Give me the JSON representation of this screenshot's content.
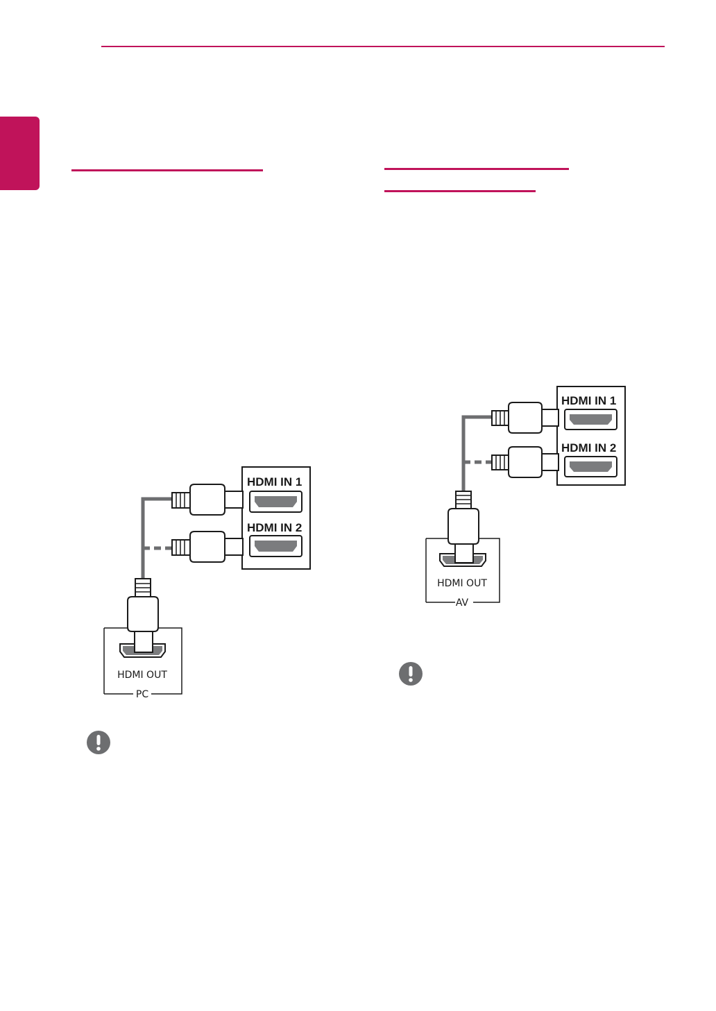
{
  "colors": {
    "accent": "#c0135a",
    "cable": "#6d6e70",
    "port_fill": "#7b7c7e",
    "note_icon": "#6d6e70"
  },
  "diagram_pc": {
    "port1_label": "HDMI IN 1",
    "port2_label": "HDMI IN 2",
    "out_label": "HDMI OUT",
    "device_label": "PC"
  },
  "diagram_av": {
    "port1_label": "HDMI IN 1",
    "port2_label": "HDMI IN 2",
    "out_label": "HDMI OUT",
    "device_label": "AV"
  },
  "icons": {
    "note_left": "exclamation-circle-icon",
    "note_right": "exclamation-circle-icon"
  }
}
